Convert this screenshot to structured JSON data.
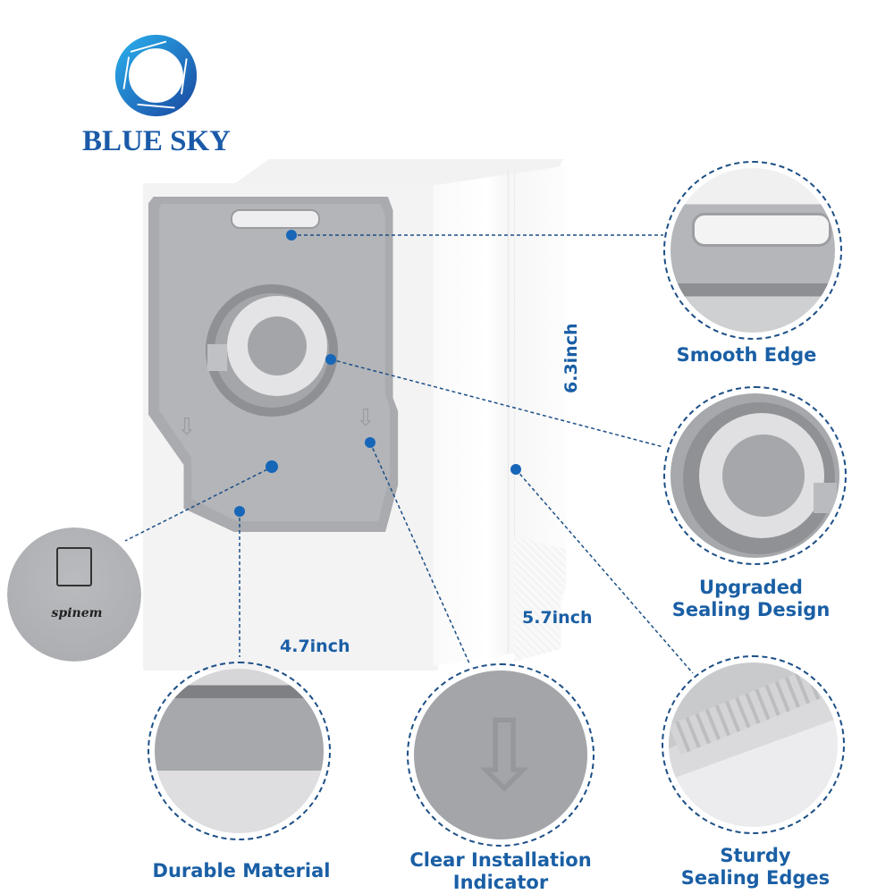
{
  "brand": {
    "name": "BLUE SKY",
    "accent_color": "#1a5aa8",
    "logo_icon": "swirl-ring-logo"
  },
  "product": {
    "description": "vacuum dust bag with grey plastic collar",
    "imprint_text": "spinem",
    "plate_color": "#b3b5b9",
    "bag_color": "#f3f3f4"
  },
  "dimensions": {
    "height": "6.3inch",
    "depth": "5.7inch",
    "width": "4.7inch"
  },
  "callouts": [
    {
      "id": "smooth-edge",
      "label": "Smooth Edge"
    },
    {
      "id": "sealing-design",
      "label_line1": "Upgraded",
      "label_line2": "Sealing Design"
    },
    {
      "id": "durable-material",
      "label": "Durable Material"
    },
    {
      "id": "installation-indicator",
      "label_line1": "Clear Installation",
      "label_line2": "Indicator"
    },
    {
      "id": "sealing-edges",
      "label_line1": "Sturdy",
      "label_line2": "Sealing Edges"
    },
    {
      "id": "brand-imprint",
      "label": ""
    }
  ],
  "colors": {
    "label_blue": "#1a5fa5",
    "dot_blue": "#1866b8",
    "dash_line": "#1c4f86"
  }
}
